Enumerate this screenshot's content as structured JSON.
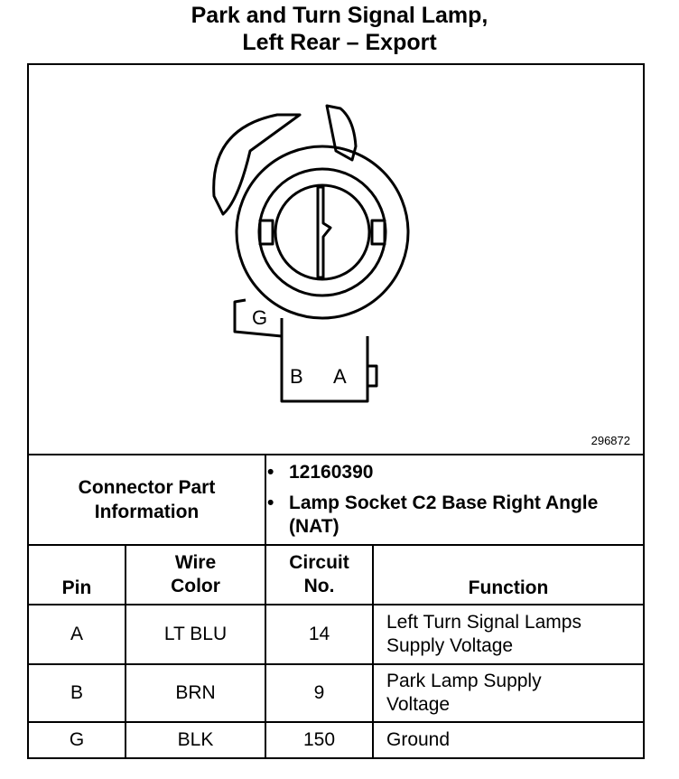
{
  "title": {
    "line1": "Park and Turn Signal Lamp,",
    "line2": "Left Rear – Export"
  },
  "diagram": {
    "pin_labels": [
      "G",
      "B",
      "A"
    ],
    "figure_id": "296872"
  },
  "connector_info": {
    "label_line1": "Connector Part",
    "label_line2": "Information",
    "bullets": [
      "12160390",
      "Lamp Socket C2 Base Right Angle (NAT)"
    ]
  },
  "table": {
    "headers": {
      "pin": "Pin",
      "wire_line1": "Wire",
      "wire_line2": "Color",
      "circuit_line1": "Circuit",
      "circuit_line2": "No.",
      "function": "Function"
    },
    "rows": [
      {
        "pin": "A",
        "wire": "LT BLU",
        "circuit": "14",
        "function_line1": "Left Turn Signal Lamps",
        "function_line2": "Supply Voltage"
      },
      {
        "pin": "B",
        "wire": "BRN",
        "circuit": "9",
        "function_line1": "Park Lamp Supply",
        "function_line2": "Voltage"
      },
      {
        "pin": "G",
        "wire": "BLK",
        "circuit": "150",
        "function_line1": "Ground",
        "function_line2": ""
      }
    ]
  }
}
